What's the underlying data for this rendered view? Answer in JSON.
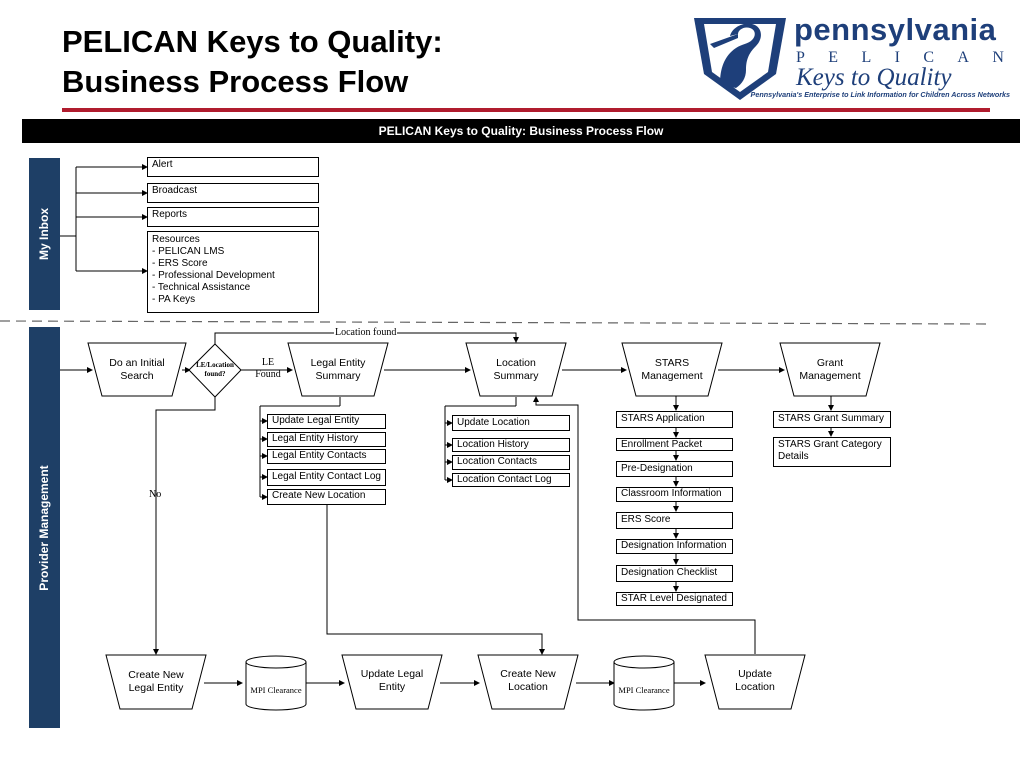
{
  "header": {
    "title_line1": "PELICAN Keys to Quality:",
    "title_line2": "Business Process Flow"
  },
  "logo": {
    "word": "pennsylvania",
    "letters": [
      "P",
      "E",
      "L",
      "I",
      "C",
      "A",
      "N"
    ],
    "tagline_script": "Keys to Quality",
    "subtitle": "Pennsylvania's Enterprise to Link Information for Children Across Networks"
  },
  "banner": "PELICAN Keys to Quality: Business Process Flow",
  "lanes": {
    "inbox": "My Inbox",
    "provider": "Provider Management"
  },
  "inbox": {
    "alert": "Alert",
    "broadcast": "Broadcast",
    "reports": "Reports",
    "resources": [
      "Resources",
      "- PELICAN LMS",
      "- ERS Score",
      "- Professional Development",
      "- Technical Assistance",
      "- PA Keys"
    ]
  },
  "flow": {
    "initial_search": [
      "Do an Initial",
      "Search"
    ],
    "decision": [
      "LE/Location",
      "found?"
    ],
    "le_found": [
      "LE",
      "Found"
    ],
    "location_found": "Location found",
    "no": "No",
    "legal_entity_summary": [
      "Legal Entity",
      "Summary"
    ],
    "location_summary": [
      "Location",
      "Summary"
    ],
    "stars_management": [
      "STARS",
      "Management"
    ],
    "grant_management": [
      "Grant",
      "Management"
    ]
  },
  "legal_entity_items": [
    "Update Legal Entity",
    "Legal Entity History",
    "Legal Entity Contacts",
    "Legal Entity Contact Log",
    "Create New Location"
  ],
  "location_items": [
    "Update Location",
    "Location History",
    "Location Contacts",
    "Location Contact Log"
  ],
  "stars_items": [
    "STARS Application",
    "Enrollment Packet",
    "Pre-Designation",
    "Classroom Information",
    "ERS Score",
    "Designation Information",
    "Designation Checklist",
    "STAR Level Designated"
  ],
  "grant_items": [
    "STARS Grant Summary",
    "STARS Grant Category Details"
  ],
  "bottom_flow": {
    "create_legal_entity": [
      "Create New",
      "Legal Entity"
    ],
    "mpi_clearance_1": "MPI Clearance",
    "update_legal_entity": [
      "Update Legal",
      "Entity"
    ],
    "create_location": [
      "Create New",
      "Location"
    ],
    "mpi_clearance_2": "MPI Clearance",
    "update_location": [
      "Update",
      "Location"
    ]
  },
  "colors": {
    "lane": "#1e3f66",
    "accent_rule": "#b01c2e",
    "banner": "#000000",
    "logo_blue": "#1e3f7a"
  }
}
